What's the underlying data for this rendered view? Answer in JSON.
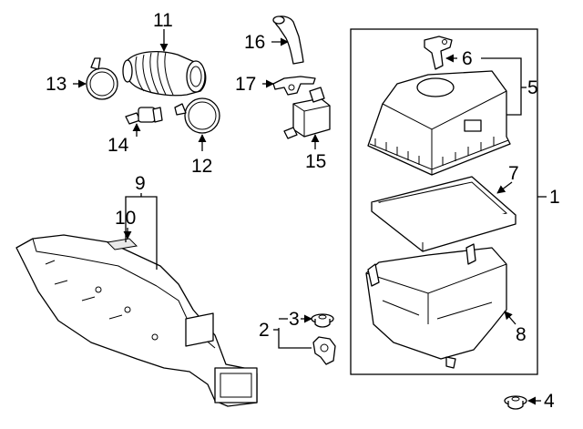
{
  "callouts": {
    "c1": "1",
    "c2": "2",
    "c3": "3",
    "c4": "4",
    "c5": "5",
    "c6": "6",
    "c7": "7",
    "c8": "8",
    "c9": "9",
    "c10": "10",
    "c11": "11",
    "c12": "12",
    "c13": "13",
    "c14": "14",
    "c15": "15",
    "c16": "16",
    "c17": "17"
  },
  "colors": {
    "line": "#000000",
    "background": "#ffffff",
    "shade": "#e9e9e9"
  }
}
